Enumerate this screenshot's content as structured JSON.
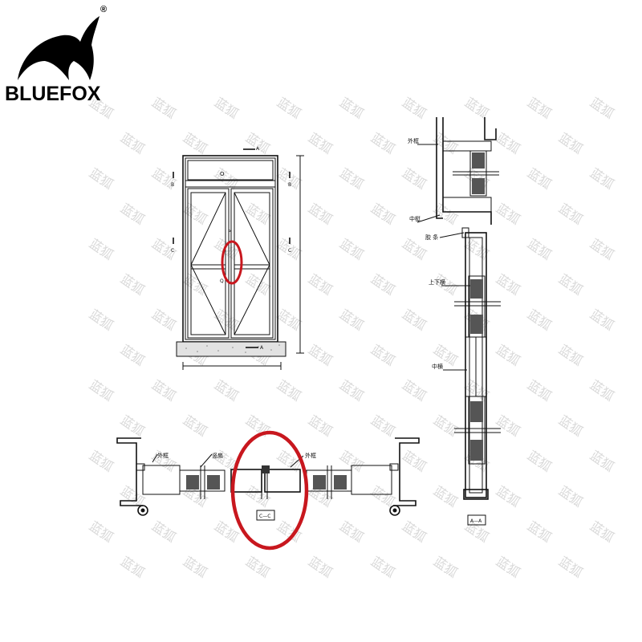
{
  "brand": {
    "name": "BLUEFOX",
    "registered_mark": "®"
  },
  "watermark": {
    "text": "蓝狐"
  },
  "elevation": {
    "transom_mark": "O",
    "upper_mark": "P",
    "lower_mark": "Q",
    "section_mark_a_top": "A",
    "section_mark_a_bottom": "A",
    "section_mark_b_left": "B",
    "section_mark_b_right": "B",
    "section_mark_c_left": "C",
    "section_mark_c_right": "C"
  },
  "vertical_section": {
    "outer_frame": "外框",
    "middle_frame": "中梃",
    "rubber_strip": "胶 条",
    "top_bottom_rail": "上下横",
    "middle_rail": "中横",
    "caption": "A—A"
  },
  "horizontal_section": {
    "outer_frame_left": "外框",
    "mullion": "竖扇",
    "outer_frame_right": "外框",
    "caption": "C—C"
  },
  "colors": {
    "line": "#111111",
    "highlight": "#c8171e",
    "watermark": "#d9d9d9",
    "sill": "#e2e2e2"
  }
}
